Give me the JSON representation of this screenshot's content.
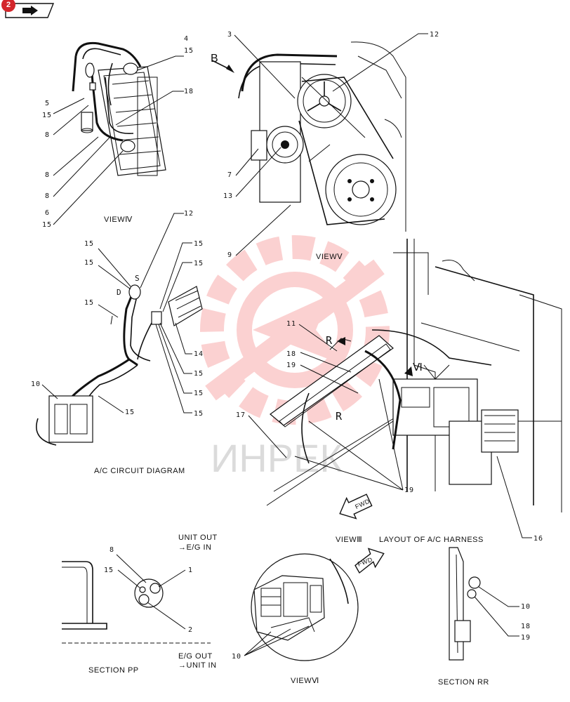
{
  "badge": "2",
  "views": {
    "view4": "VIEWⅣ",
    "view5": "VIEWⅤ",
    "view3": "VIEWⅢ",
    "view6": "VIEWⅥ",
    "circuit": "A/C CIRCUIT DIAGRAM",
    "harness": "LAYOUT OF A/C HARNESS",
    "section_pp": "SECTION PP",
    "section_rr": "SECTION RR"
  },
  "notes": {
    "unit_out": "UNIT OUT",
    "eg_in": "→E/G IN",
    "eg_out": "E/G OUT",
    "unit_in": "→UNIT IN"
  },
  "letters": {
    "B": "B",
    "S": "S",
    "D": "D",
    "R1": "R",
    "R2": "R",
    "VI": "Ⅵ",
    "fwd": "FWD"
  },
  "callouts": {
    "v4": [
      "4",
      "15",
      "5",
      "15",
      "8",
      "8",
      "8",
      "6",
      "15",
      "18"
    ],
    "v5": [
      "3",
      "12",
      "7",
      "13",
      "9"
    ],
    "circ": [
      "15",
      "15",
      "15",
      "12",
      "15",
      "15",
      "14",
      "15",
      "15",
      "15",
      "10",
      "15"
    ],
    "harn": [
      "11",
      "18",
      "19",
      "17",
      "19",
      "16"
    ],
    "pp": [
      "8",
      "15",
      "1",
      "2"
    ],
    "v6": [
      "10"
    ],
    "rr": [
      "10",
      "18",
      "19"
    ]
  },
  "watermark": "ИНРЕК"
}
